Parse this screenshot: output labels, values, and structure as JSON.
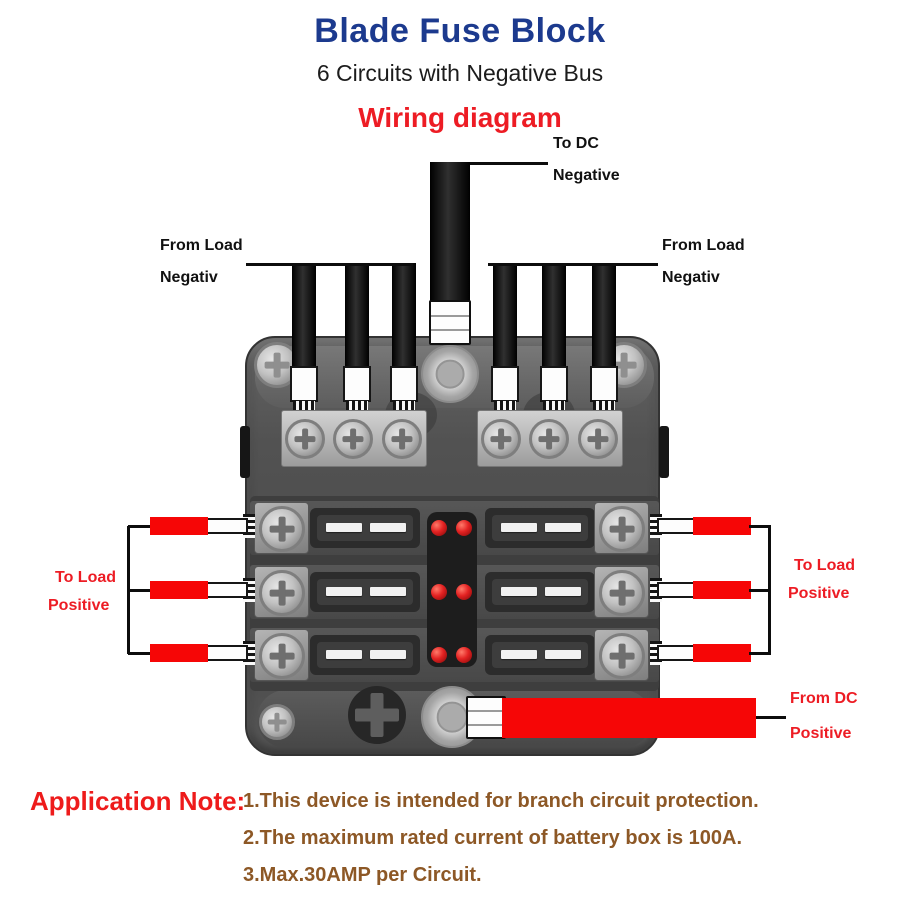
{
  "header": {
    "title": "Blade Fuse Block",
    "subtitle": "6 Circuits with Negative Bus",
    "diagram_title": "Wiring diagram"
  },
  "labels": {
    "to_dc_negative": {
      "line1": "To DC",
      "line2": "Negative"
    },
    "from_load_left": {
      "line1": "From Load",
      "line2": "Negativ"
    },
    "from_load_right": {
      "line1": "From Load",
      "line2": "Negativ"
    },
    "to_load_left": {
      "line1": "To Load",
      "line2": "Positive"
    },
    "to_load_right": {
      "line1": "To Load",
      "line2": "Positive"
    },
    "from_dc_positive": {
      "line1": "From DC",
      "line2": "Positive"
    }
  },
  "application_note": {
    "heading": "Application Note:",
    "items": [
      "1.This device is intended for branch circuit protection.",
      "2.The maximum rated current of battery box is 100A.",
      "3.Max.30AMP per Circuit."
    ]
  },
  "device": {
    "circuit_count": 6,
    "led_indicator_count": 6,
    "fuse_slot_count": 6
  },
  "colors": {
    "title_blue": "#1c3a8e",
    "label_red": "#ed1c24",
    "note_brown": "#8d5826",
    "note_heading_red": "#ee1b1b",
    "wire_red": "#f60606",
    "wire_black": "#0d0d0d",
    "led_red": "#e32222",
    "body_gray": "#4e4e4e"
  }
}
